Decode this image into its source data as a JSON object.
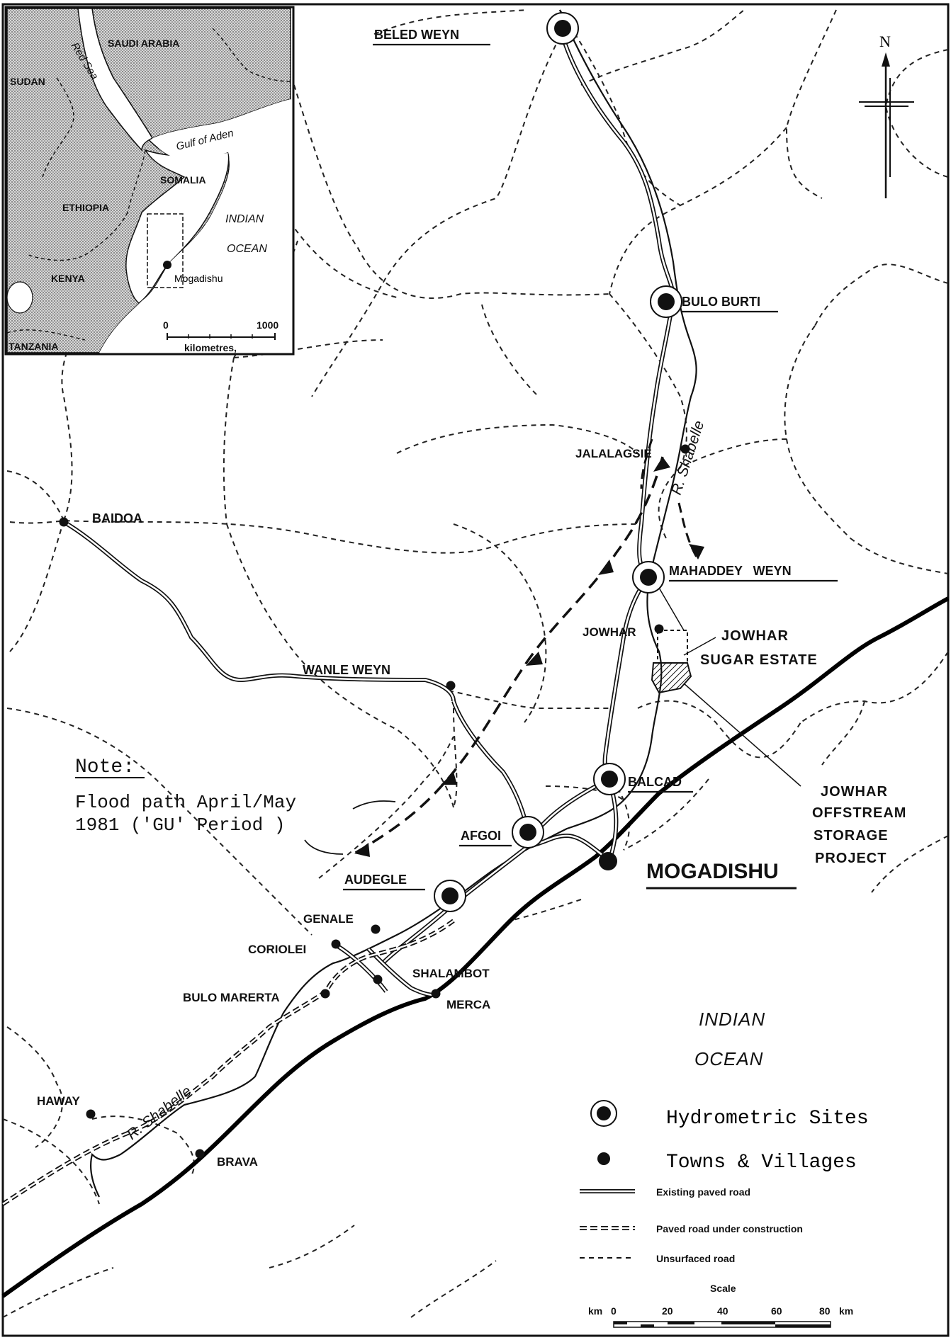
{
  "inset": {
    "labels": {
      "saudi_arabia": "SAUDI ARABIA",
      "sudan": "SUDAN",
      "red_sea": "Red Sea",
      "gulf_of_aden": "Gulf of Aden",
      "somalia": "SOMALIA",
      "ethiopia": "ETHIOPIA",
      "indian": "INDIAN",
      "ocean": "OCEAN",
      "kenya": "KENYA",
      "mogadishu": "Mogadishu",
      "tanzania": "TANZANIA"
    },
    "scale": {
      "start": "0",
      "end": "1000",
      "unit": "kilometres,"
    }
  },
  "north_label": "N",
  "places": {
    "beled_weyn": "BELED WEYN",
    "bulo_burti": "BULO BURTI",
    "jalalagsie": "JALALAGSIE",
    "baidoa": "BAIDOA",
    "mahaddey_weyn": "MAHADDEY   WEYN",
    "jowhar": "JOWHAR",
    "wanle_weyn": "WANLE WEYN",
    "balcad": "BALCAD",
    "afgoi": "AFGOI",
    "audegle": "AUDEGLE",
    "mogadishu": "MOGADISHU",
    "genale": "GENALE",
    "coriolei": "CORIOLEI",
    "shalambot": "SHALAMBOT",
    "bulo_marerta": "BULO MARERTA",
    "merca": "MERCA",
    "haway": "HAWAY",
    "brava": "BRAVA"
  },
  "river_label": "R. Shabelle",
  "features": {
    "jowhar_sugar_line1": "JOWHAR",
    "jowhar_sugar_line2": "SUGAR ESTATE",
    "offstream_line1": "JOWHAR",
    "offstream_line2": "OFFSTREAM",
    "offstream_line3": "STORAGE",
    "offstream_line4": "PROJECT"
  },
  "note": {
    "title": "Note:",
    "line1": "Flood path April/May",
    "line2": "1981 ('GU' Period )"
  },
  "ocean": {
    "line1": "INDIAN",
    "line2": "OCEAN"
  },
  "legend": {
    "hydrometric": "Hydrometric Sites",
    "towns": "Towns & Villages",
    "paved": "Existing paved road",
    "under_construction": "Paved road under construction",
    "unsurfaced": "Unsurfaced road"
  },
  "scale": {
    "title": "Scale",
    "unit_prefix": "km",
    "ticks": [
      "0",
      "20",
      "40",
      "60",
      "80"
    ],
    "unit_suffix": "km"
  }
}
